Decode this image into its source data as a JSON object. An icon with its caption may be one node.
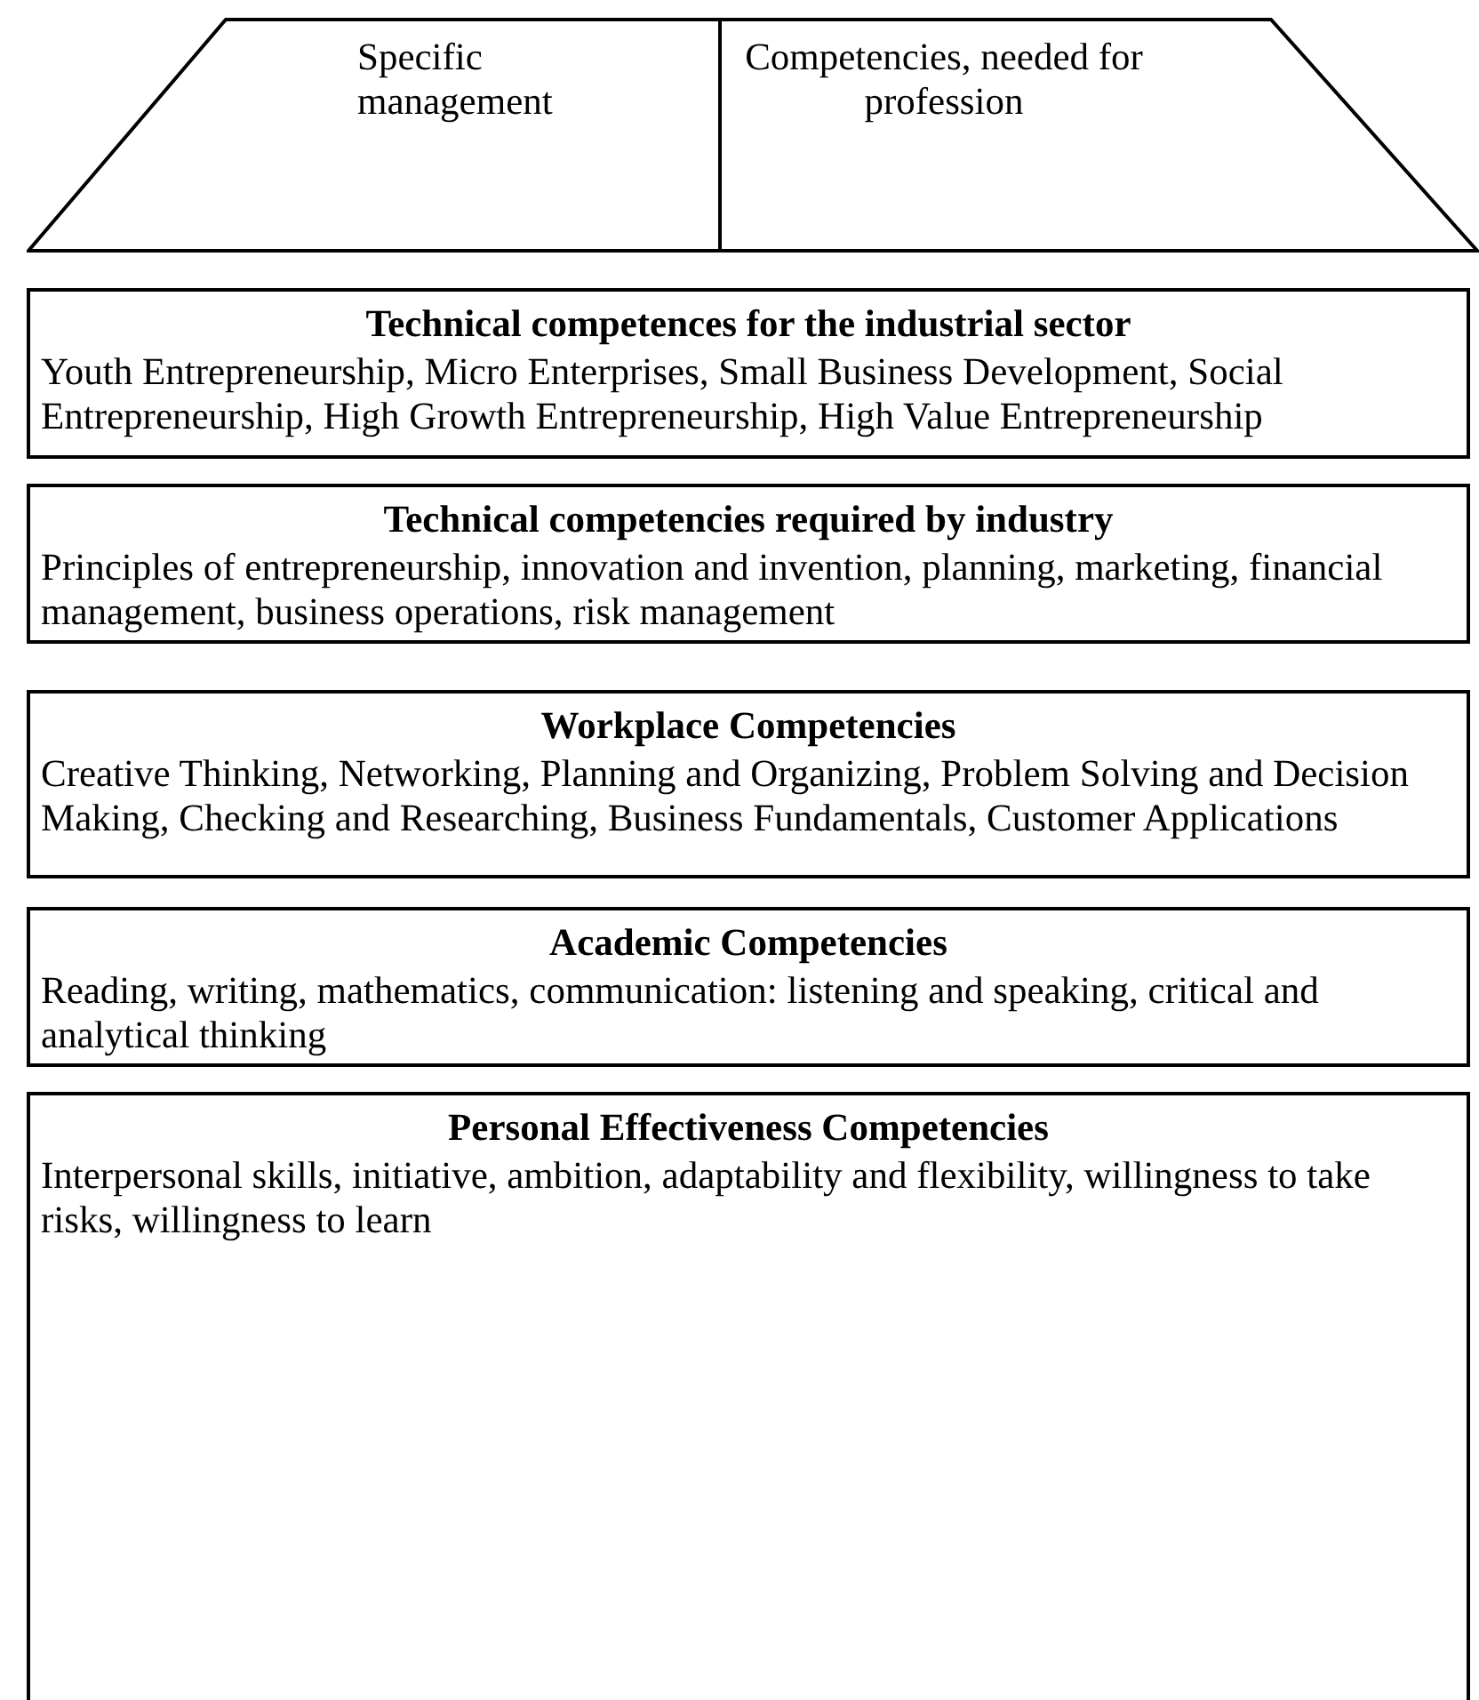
{
  "diagram": {
    "nodes": [
      {
        "text": [
          "Specific management",
          "Competencies, needed for profession"
        ]
      },
      {
        "text": [
          "Technical competences for the industrial sector",
          "Youth Entrepreneurship, Micro Enterprises, Small Business Development, Social Entrepreneurship, High Growth Entrepreneurship, High Value Entrepreneurship"
        ]
      },
      {
        "text": [
          "Technical competencies required by industry",
          "Principles of entrepreneurship, innovation and invention, planning, marketing, financial management, business operations, risk management"
        ]
      },
      {
        "text": [
          "Workplace Competencies",
          "Creative Thinking, Networking, Planning and Organizing, Problem Solving and Decision Making, Checking and Researching, Business Fundamentals, Customer Applications"
        ]
      },
      {
        "text": [
          "Academic Competencies",
          "Reading, writing, mathematics, communication: listening and speaking, critical and analytical thinking"
        ]
      },
      {
        "text": [
          "Personal Effectiveness Competencies",
          "Interpersonal skills, initiative, ambition, adaptability and flexibility, willingness to take risks, willingness to learn"
        ]
      }
    ],
    "edges": []
  }
}
